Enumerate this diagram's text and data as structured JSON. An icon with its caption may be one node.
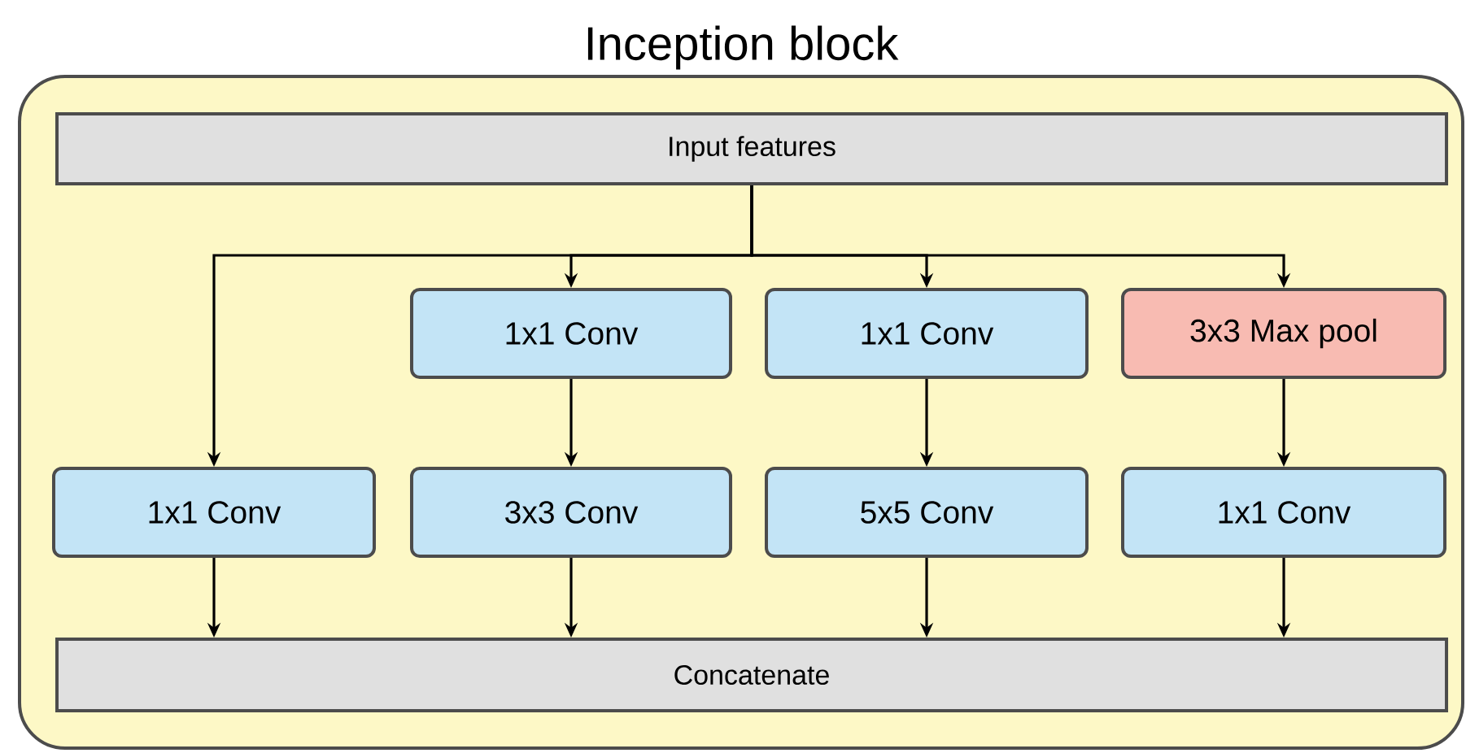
{
  "diagram": {
    "nodes": [
      {
        "text": [
          "Inception block"
        ]
      },
      {
        "text": [
          "Input features"
        ],
        "in": 0
      },
      {
        "text": [
          "1x1 Conv"
        ],
        "in": 0
      },
      {
        "text": [
          "1x1 Conv"
        ],
        "in": 0
      },
      {
        "text": [
          "3x3 Max pool"
        ],
        "in": 0
      },
      {
        "text": [
          "1x1 Conv"
        ],
        "in": 0
      },
      {
        "text": [
          "3x3 Conv"
        ],
        "in": 0
      },
      {
        "text": [
          "5x5 Conv"
        ],
        "in": 0
      },
      {
        "text": [
          "1x1 Conv"
        ],
        "in": 0
      },
      {
        "text": [
          "Concatenate"
        ],
        "in": 0
      }
    ],
    "edges": [
      {
        "from": 1,
        "to": 5,
        "arrow": "to"
      },
      {
        "from": 1,
        "to": 2,
        "arrow": "to"
      },
      {
        "from": 1,
        "to": 3,
        "arrow": "to"
      },
      {
        "from": 1,
        "to": 4,
        "arrow": "to"
      },
      {
        "from": 2,
        "to": 6,
        "arrow": "to"
      },
      {
        "from": 3,
        "to": 7,
        "arrow": "to"
      },
      {
        "from": 4,
        "to": 8,
        "arrow": "to"
      },
      {
        "from": 5,
        "to": 9,
        "arrow": "to"
      },
      {
        "from": 6,
        "to": 9,
        "arrow": "to"
      },
      {
        "from": 7,
        "to": 9,
        "arrow": "to"
      },
      {
        "from": 8,
        "to": 9,
        "arrow": "to"
      }
    ]
  }
}
